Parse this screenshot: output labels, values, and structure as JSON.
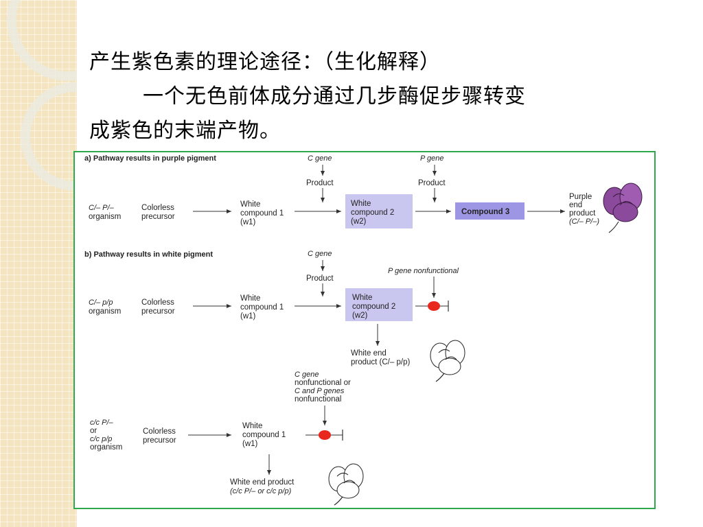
{
  "title": {
    "line1": "产生紫色素的理论途径：（生化解释）",
    "line2": "一个无色前体成分通过几步酶促步骤转变",
    "line3": "成紫色的末端产物。"
  },
  "diagram": {
    "a": {
      "section": "a)   Pathway results in purple pigment",
      "genotype": [
        "C/– P/–",
        "organism"
      ],
      "precursor": [
        "Colorless",
        "precursor"
      ],
      "c_gene": "C gene",
      "c_product": "Product",
      "w1": [
        "White",
        "compound 1",
        "(w1)"
      ],
      "w2": [
        "White",
        "compound 2",
        "(w2)"
      ],
      "p_gene": "P gene",
      "p_product": "Product",
      "compound3": "Compound 3",
      "end": [
        "Purple",
        "end",
        "product",
        "(C/– P/–)"
      ]
    },
    "b": {
      "section": "b)   Pathway results in white pigment",
      "genotype": [
        "C/– p/p",
        "organism"
      ],
      "precursor": [
        "Colorless",
        "precursor"
      ],
      "c_gene": "C gene",
      "c_product": "Product",
      "w1": [
        "White",
        "compound 1",
        "(w1)"
      ],
      "w2": [
        "White",
        "compound 2",
        "(w2)"
      ],
      "p_nonfunctional": "P gene nonfunctional",
      "end": [
        "White end",
        "product (C/– p/p)"
      ]
    },
    "c": {
      "genotype": [
        "c/c  P/–",
        "or",
        "c/c  p/p",
        "organism"
      ],
      "precursor": [
        "Colorless",
        "precursor"
      ],
      "nonfunctional": [
        "C gene",
        "nonfunctional or",
        "C and P genes",
        "nonfunctional"
      ],
      "w1": [
        "White",
        "compound 1",
        "(w1)"
      ],
      "end": [
        "White end product",
        "(c/c P/– or c/c p/p)"
      ]
    }
  },
  "colors": {
    "frame": "#2da84a",
    "box_light": "#c9c6ef",
    "box_dark": "#9d96e4",
    "block": "#e8281c",
    "flower_purple": "#8c4a9c",
    "strip": "#f4e4bf"
  }
}
